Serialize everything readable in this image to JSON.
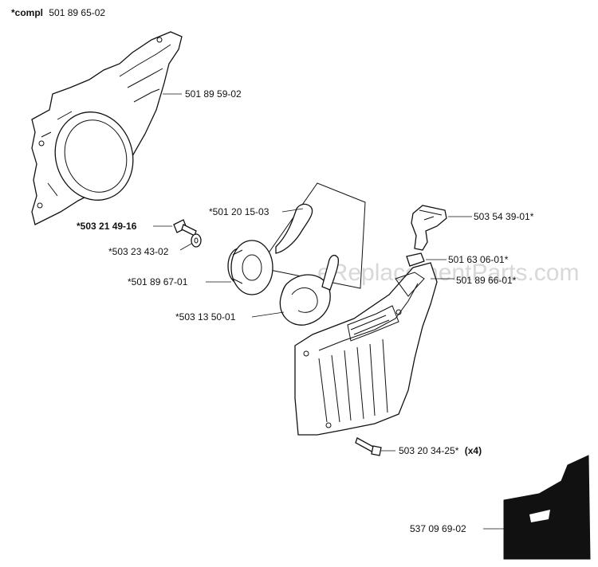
{
  "header": {
    "prefix": "*compl",
    "part_number": "501 89 65-02"
  },
  "watermark": "eReplacementParts.com",
  "labels": {
    "cover_plate": "501 89 59-02",
    "rope": "*501 20 15-03",
    "screw": "*503 21 49-16",
    "washer": "*503 23 43-02",
    "pulley": "*501 89 67-01",
    "spring": "*503 13 50-01",
    "handle": "503 54 39-01*",
    "bushing": "501 63 06-01*",
    "housing": "501 89 66-01*",
    "housing_screw": "503 20 34-25*",
    "housing_screw_qty": "(x4)",
    "decal": "537 09 69-02"
  }
}
